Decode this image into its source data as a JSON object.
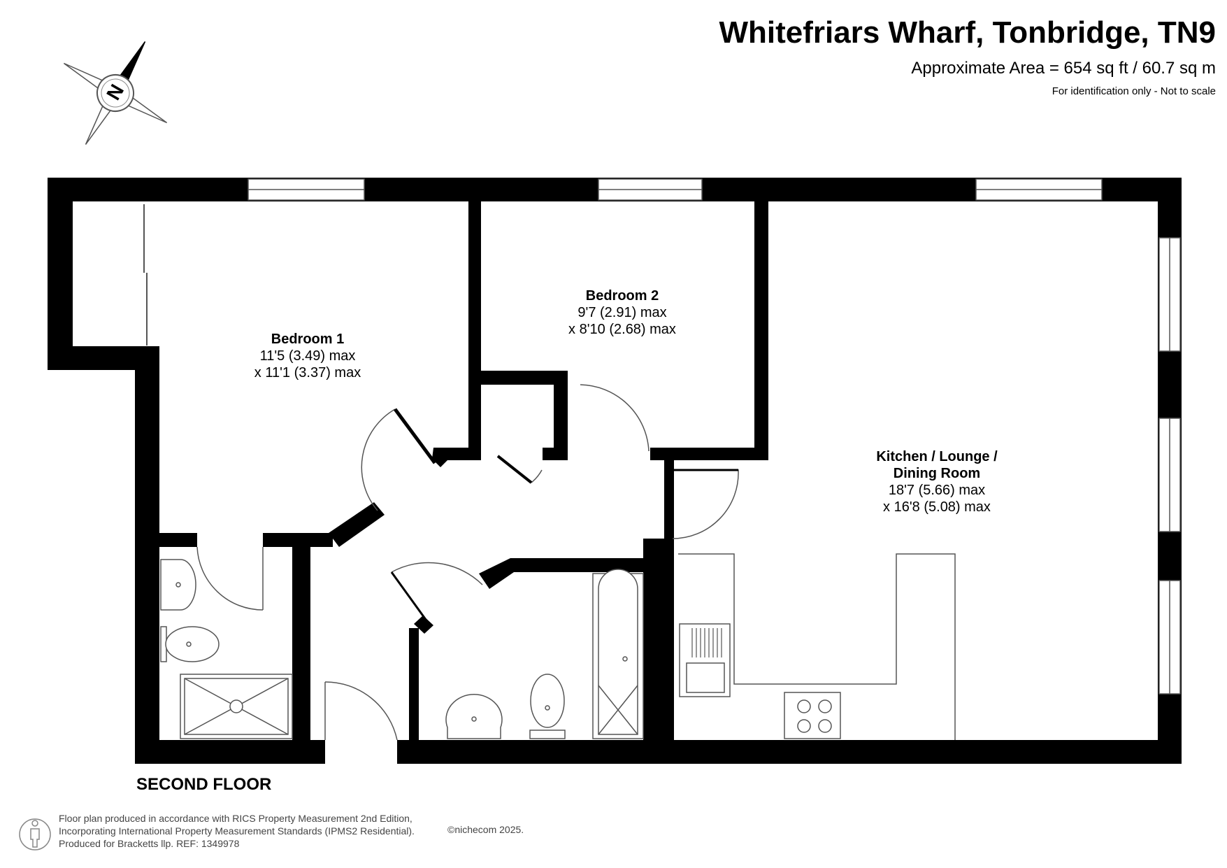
{
  "header": {
    "title": "Whitefriars Wharf, Tonbridge, TN9",
    "area": "Approximate Area = 654 sq ft / 60.7 sq m",
    "note": "For identification only - Not to scale"
  },
  "compass": {
    "label": "N",
    "icon": "compass-rose-icon"
  },
  "rooms": {
    "bedroom1": {
      "name": "Bedroom 1",
      "dim1": "11'5 (3.49) max",
      "dim2": "x 11'1 (3.37) max"
    },
    "bedroom2": {
      "name": "Bedroom 2",
      "dim1": "9'7 (2.91) max",
      "dim2": "x 8'10 (2.68) max"
    },
    "kitchen": {
      "name_line1": "Kitchen / Lounge /",
      "name_line2": "Dining Room",
      "dim1": "18'7 (5.66) max",
      "dim2": "x 16'8 (5.08) max"
    }
  },
  "floor_label": "SECOND FLOOR",
  "footer": {
    "line1": "Floor plan produced in accordance with RICS Property Measurement 2nd Edition,",
    "line2": "Incorporating International Property Measurement Standards (IPMS2 Residential).",
    "line3": "Produced for Bracketts llp.   REF:  1349978",
    "credit": "©nichecom 2025.",
    "icon": "person-icon"
  },
  "colors": {
    "wall": "#000000",
    "line": "#555555"
  }
}
